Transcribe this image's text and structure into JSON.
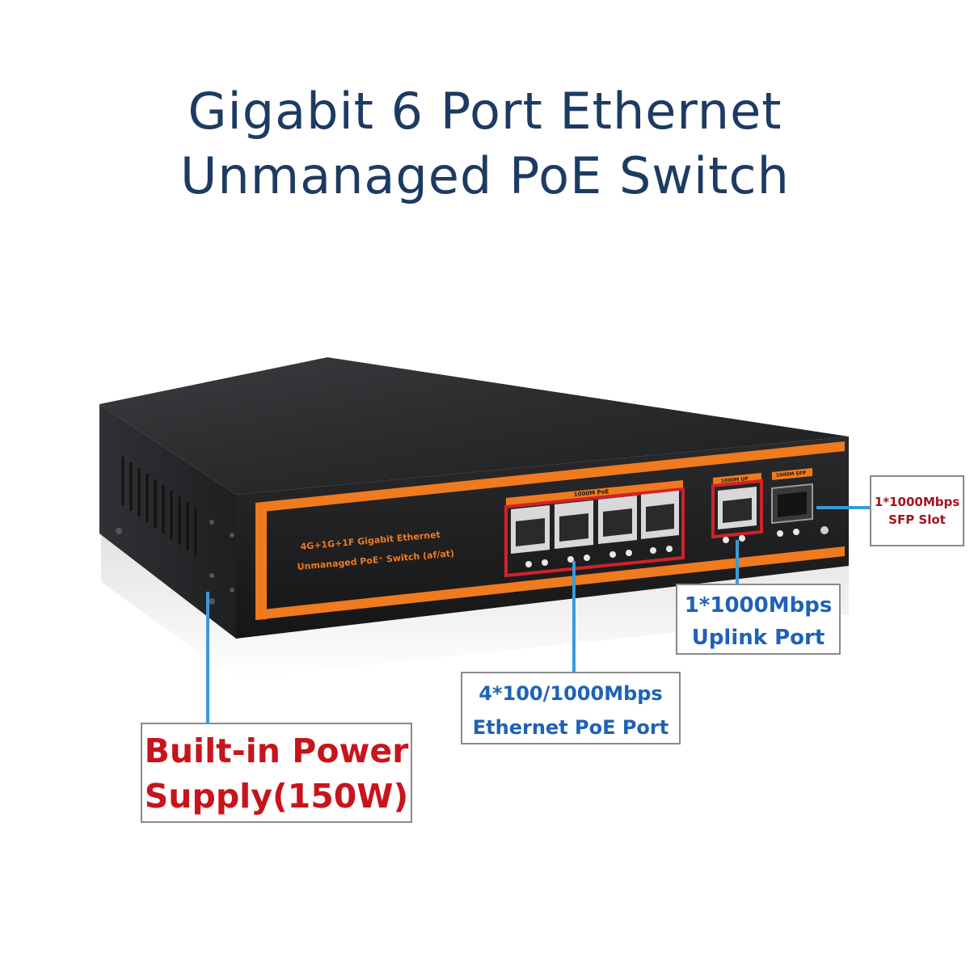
{
  "heading": {
    "line1": "Gigabit 6 Port Ethernet",
    "line2": "Unmanaged PoE Switch"
  },
  "device": {
    "front_label_line1": "4G+1G+1F Gigabit Ethernet",
    "front_label_line2": "Unmanaged PoE⁺ Switch (af/at)",
    "poe_group_label": "1000M PoE",
    "uplink_group_label": "1000M UP",
    "sfp_group_label": "1000M SFP"
  },
  "callouts": {
    "sfp": {
      "line1": "1*1000Mbps",
      "line2": "SFP Slot"
    },
    "uplink": {
      "line1": "1*1000Mbps",
      "line2": "Uplink Port"
    },
    "poe": {
      "line1": "4*100/1000Mbps",
      "line2": "Ethernet PoE Port"
    },
    "power": {
      "line1": "Built-in Power",
      "line2": "Supply(150W)"
    }
  },
  "colors": {
    "title": "#1d3b62",
    "accent_orange": "#f07a1e",
    "port_frame_red": "#d1222a",
    "leader_blue": "#3a9ad9",
    "callout_blue": "#1f62b5",
    "callout_red": "#c8141c"
  }
}
